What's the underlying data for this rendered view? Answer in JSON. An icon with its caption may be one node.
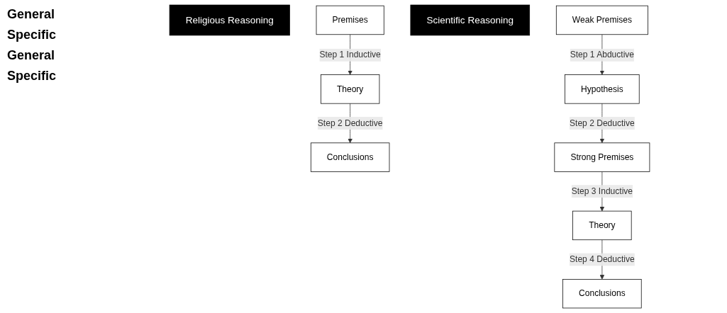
{
  "diagram": {
    "nodes": [
      {
        "text": [
          "Religious Reasoning"
        ]
      },
      {
        "text": [
          "Theory"
        ]
      },
      {
        "text": [
          "Premises"
        ]
      },
      {
        "text": [
          "Conclusions"
        ]
      },
      {
        "text": [
          "Scientific Reasoning"
        ]
      },
      {
        "text": [
          "Theory"
        ]
      },
      {
        "text": [
          "Hypothesis"
        ]
      },
      {
        "text": [
          "Weak Premises"
        ]
      },
      {
        "text": [
          "Strong Premises"
        ]
      },
      {
        "text": [
          "Conclusions"
        ]
      }
    ],
    "edges": [
      {
        "from": 2,
        "to": 1,
        "arrow": "to",
        "label": "Step 1 Inductive"
      },
      {
        "from": 1,
        "to": 3,
        "arrow": "to",
        "label": "Step 2 Deductive"
      },
      {
        "from": 7,
        "to": 6,
        "arrow": "to",
        "label": "Step 1 Abductive"
      },
      {
        "from": 6,
        "to": 8,
        "arrow": "to",
        "label": "Step 2 Deductive"
      },
      {
        "from": 8,
        "to": 5,
        "arrow": "to",
        "label": "Step 3 Inductive"
      },
      {
        "from": 5,
        "to": 9,
        "arrow": "to",
        "label": "Step 4 Deductive"
      }
    ],
    "labels": [
      "General",
      "Specific",
      "General",
      "Specific"
    ]
  }
}
